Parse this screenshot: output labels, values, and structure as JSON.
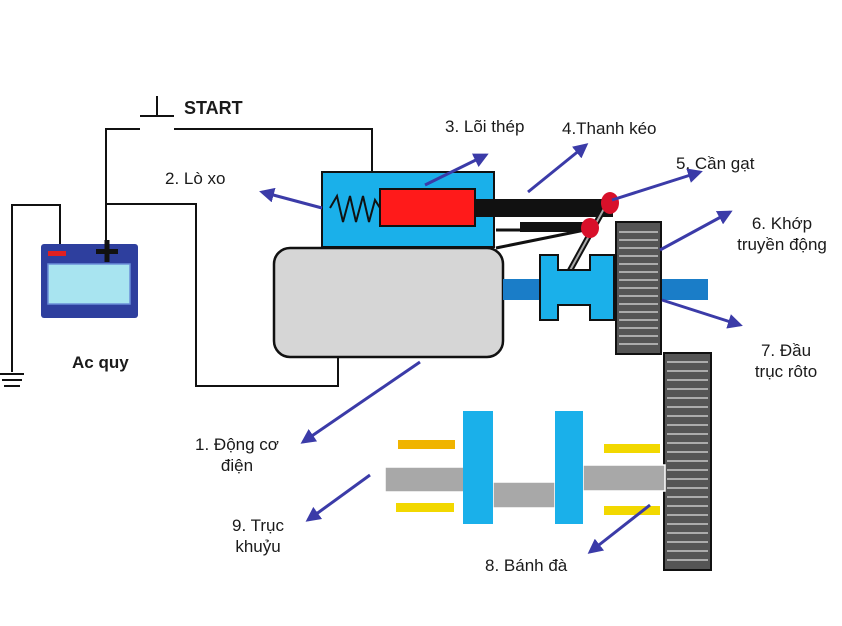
{
  "switch_label": "START",
  "battery_label": "Ac quy",
  "battery_symbols": {
    "minus": "−",
    "plus": "+"
  },
  "parts": {
    "motor": [
      "1. Động cơ",
      "điện"
    ],
    "spring": "2. Lò xo",
    "core": "3. Lõi thép",
    "rod": "4.Thanh  kéo",
    "lever": "5. Cần gạt",
    "clutch": [
      "6. Khớp",
      "truyền  động"
    ],
    "rotor": [
      "7. Đầu",
      "trục rôto"
    ],
    "flywheel": "8. Bánh đà",
    "crankshaft": [
      "9. Trục",
      "khuỷu"
    ]
  },
  "colors": {
    "housing": "#1ab0ea",
    "core": "#ff1a1a",
    "arrow": "#3b3ba8",
    "battery_body": "#2e3f9e",
    "battery_face": "#a8e4f0",
    "gear": "#555555",
    "shaft": "#1a7dc8",
    "motor_body": "#d6d6d6",
    "journal_yellow": "#f2d800",
    "journal_orange": "#f0b400",
    "crank_shaft": "#a8a8a8"
  }
}
